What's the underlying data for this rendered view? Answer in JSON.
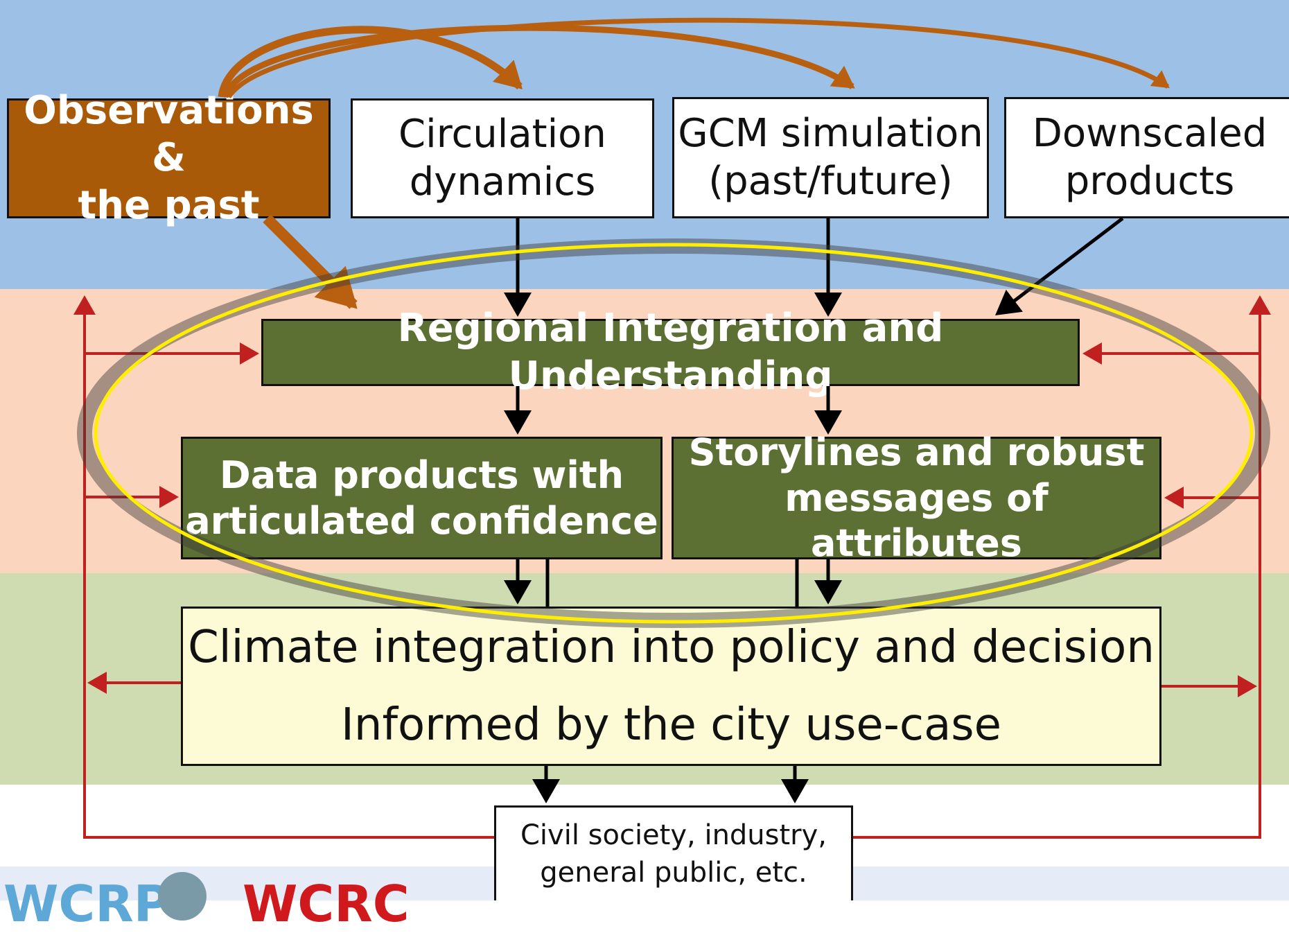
{
  "colors": {
    "band_top": "#9dc0e6",
    "band_mid": "#fbd5bd",
    "band_low": "#cfdbb0",
    "obs_fill": "#a85a08",
    "green_fill": "#5d7033",
    "climate_fill": "#fcfbd6",
    "feedback_line": "#c0201f",
    "ellipse_stroke": "#ffee00",
    "brown_arrow": "#b86010"
  },
  "boxes": {
    "observations": [
      "Observations &",
      "the past"
    ],
    "circulation": [
      "Circulation",
      "dynamics"
    ],
    "gcm": [
      "GCM simulation",
      "(past/future)"
    ],
    "downscaled": [
      "Downscaled",
      "products"
    ],
    "regional": "Regional Integration and Understanding",
    "data_products": [
      "Data products with",
      "articulated confidence"
    ],
    "storylines": [
      "Storylines and robust",
      "messages of attributes"
    ],
    "climate": [
      "Climate integration into policy and decision",
      "Informed by the city use-case"
    ],
    "civil": [
      "Civil society, industry,",
      "general public, etc."
    ]
  },
  "logos": [
    "WCRP",
    "WCRC"
  ]
}
